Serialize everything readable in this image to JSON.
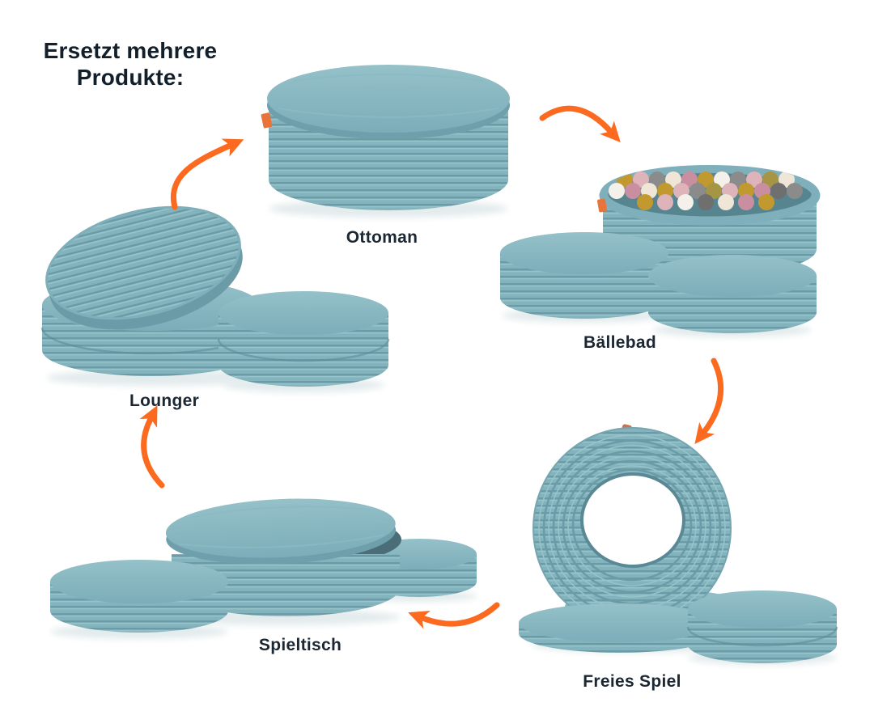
{
  "heading": {
    "line1": "Ersetzt mehrere",
    "line2": "Produkte:"
  },
  "products": {
    "ottoman": {
      "label": "Ottoman"
    },
    "baellebad": {
      "label": "Bällebad"
    },
    "lounger": {
      "label": "Lounger"
    },
    "spieltisch": {
      "label": "Spieltisch"
    },
    "freies_spiel": {
      "label": "Freies Spiel"
    }
  },
  "colors": {
    "arrow_orange": "#FB6A1E",
    "corduroy_teal": "#83B3BD",
    "corduroy_shadow": "#6B9BA7",
    "corduroy_highlight": "#97C4CB",
    "label_text": "#1B2733",
    "brand_tag_orange": "#E8743A",
    "ball_colors": [
      "#DFB3BA",
      "#EFE6D8",
      "#C2992E",
      "#8B8B8B",
      "#C98FA0",
      "#F4F1EA",
      "#A69544",
      "#6F6F6F"
    ]
  }
}
